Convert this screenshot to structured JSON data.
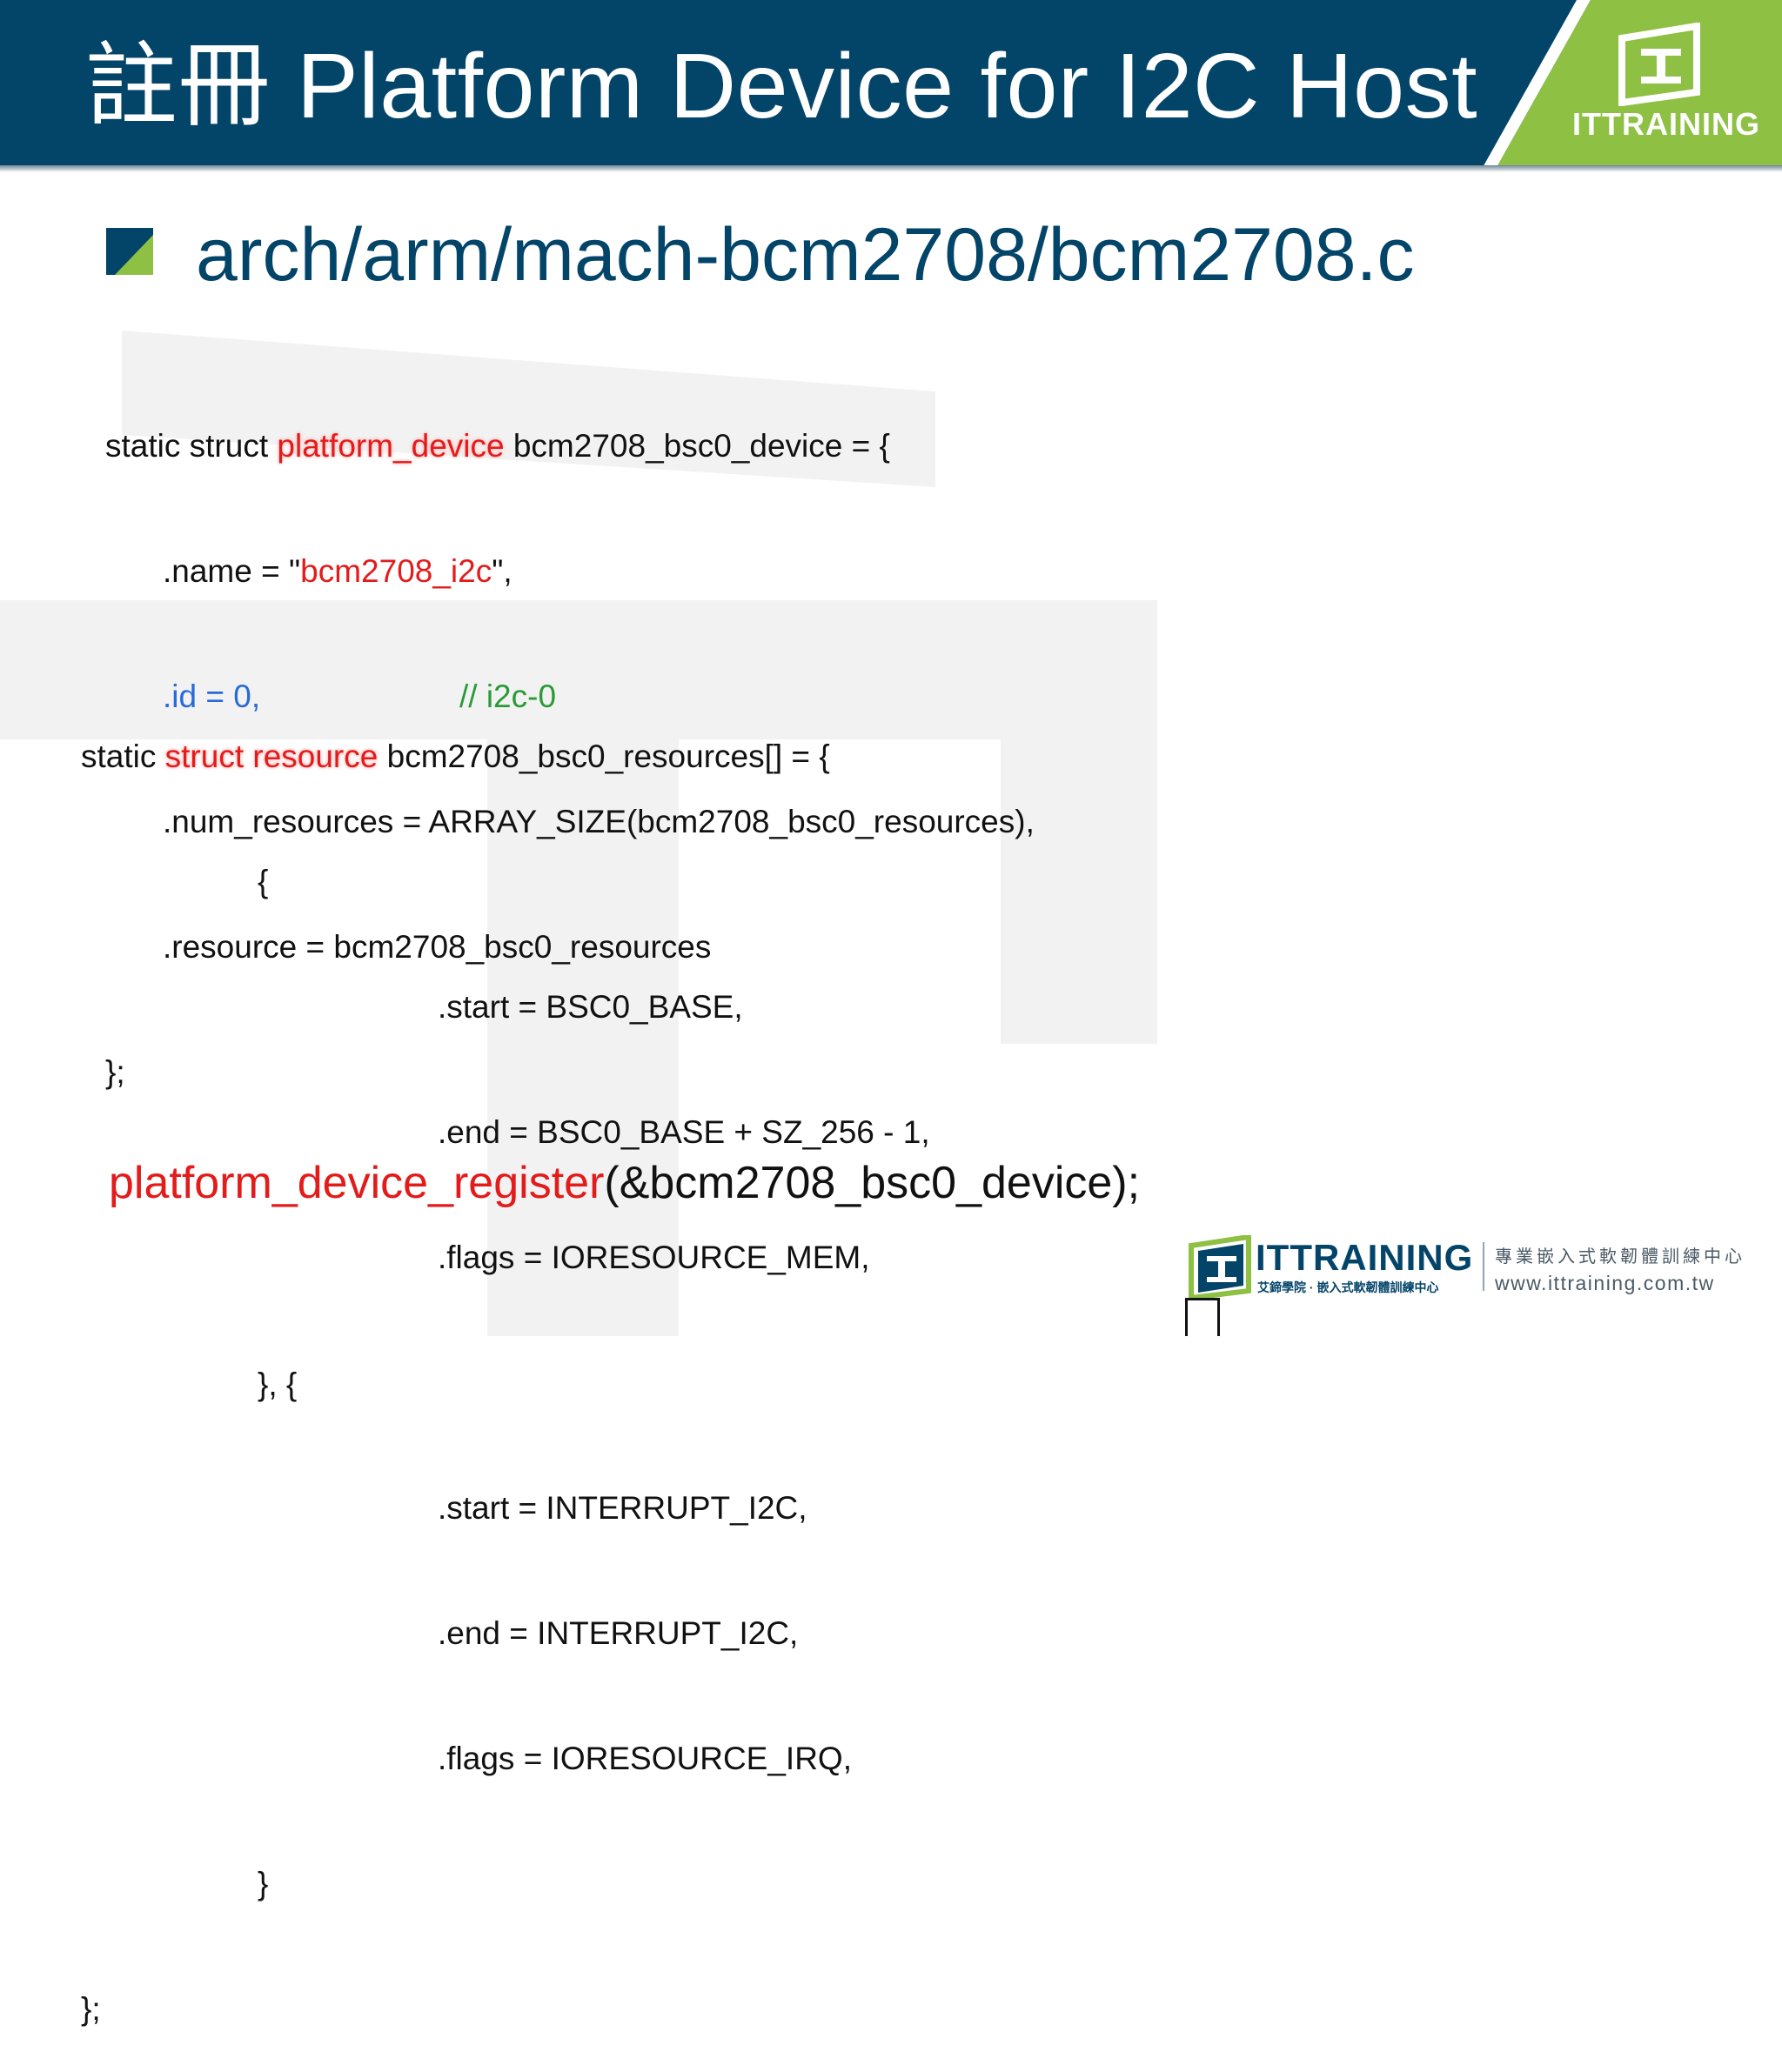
{
  "slide": {
    "title": "註冊 Platform Device for I2C Host",
    "logo_text": "ITTRAINING",
    "subtitle": "arch/arm/mach-bcm2708/bcm2708.c"
  },
  "code_block_1": {
    "l1_prefix": "static struct ",
    "l1_highlight": "platform_device",
    "l1_suffix": " bcm2708_bsc0_device = {",
    "l2_prefix": ".name = \"",
    "l2_value": "bcm2708_i2c",
    "l2_suffix": "\",",
    "l3_code": ".id = 0,",
    "l3_comment": "// i2c-0",
    "l4": ".num_resources = ARRAY_SIZE(bcm2708_bsc0_resources),",
    "l5": ".resource = bcm2708_bsc0_resources",
    "l6": "};"
  },
  "code_block_2": {
    "l1_prefix": "static ",
    "l1_highlight": "struct resource",
    "l1_suffix": " bcm2708_bsc0_resources[] = {",
    "l2": "{",
    "l3": ".start = BSC0_BASE,",
    "l4": ".end = BSC0_BASE + SZ_256 - 1,",
    "l5": ".flags = IORESOURCE_MEM,",
    "l6": "}, {",
    "l7": ".start = INTERRUPT_I2C,",
    "l8": ".end = INTERRUPT_I2C,",
    "l9": ".flags = IORESOURCE_IRQ,",
    "l10": "}",
    "l11": "};"
  },
  "register_call": {
    "func": "platform_device_register",
    "args": "(&bcm2708_bsc0_device);"
  },
  "footer": {
    "brand": "ITTRAINING",
    "sub": "艾鍗學院 · 嵌入式軟韌體訓練中心",
    "cn": "專業嵌入式軟韌體訓練中心",
    "url": "www.ittraining.com.tw"
  },
  "colors": {
    "header_bg": "#034469",
    "header_accent": "#8ec044",
    "highlight_red": "#e31b1b",
    "code_blue": "#2a6ad8",
    "comment_green": "#2a9a37"
  },
  "icons": {
    "bullet": "square-bullet-icon",
    "logo": "ittraining-logo-icon"
  }
}
